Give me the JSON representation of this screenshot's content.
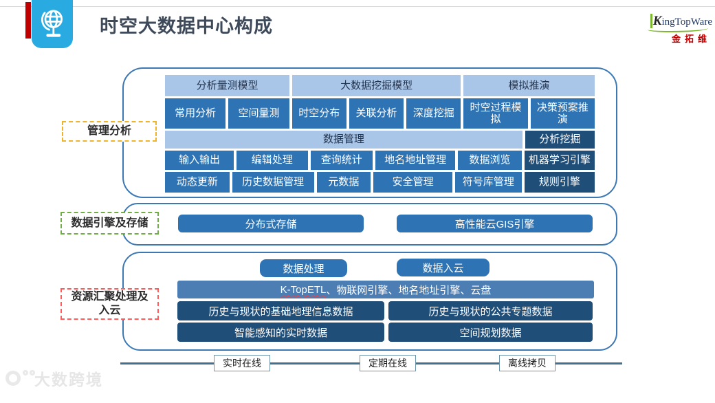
{
  "header": {
    "title": "时空大数据中心构成",
    "logo": {
      "k": "K",
      "en": "ingTopWare",
      "cn": "金拓维"
    }
  },
  "colors": {
    "icon_blue": "#29ABE2",
    "light_blue": "#A9C6E8",
    "mid_blue": "#2E74B5",
    "steel_blue": "#4C7DB3",
    "dark_blue": "#1F4E79",
    "label_gold": "#F0B429",
    "label_green": "#70AD47",
    "label_red": "#FF5B5B",
    "red_bar": "#C00000",
    "timeline": "#44708F"
  },
  "management": {
    "label": "管理分析",
    "header_row": [
      "分析量测模型",
      "大数据挖掘模型",
      "模拟推演"
    ],
    "row2": [
      "常用分析",
      "空间量测",
      "时空分布",
      "关联分析",
      "深度挖掘",
      "时空过程模拟",
      "决策预案推演"
    ],
    "row3_left": "数据管理",
    "row3_right": "分析挖掘",
    "row4": [
      "输入输出",
      "编辑处理",
      "查询统计",
      "地名地址管理",
      "数据浏览"
    ],
    "row4_right": "机器学习引擎",
    "row5": [
      "动态更新",
      "历史数据管理",
      "元数据",
      "安全管理",
      "符号库管理"
    ],
    "row5_right": "规则引擎"
  },
  "storage": {
    "label": "数据引擎及存储",
    "items": [
      "分布式存储",
      "高性能云GIS引擎"
    ]
  },
  "ingest": {
    "label_line1": "资源汇聚处理及",
    "label_line2": "入云",
    "top_items": [
      "数据处理",
      "数据入云"
    ],
    "wide_prefix": "K-TopETL",
    "wide_rest": "、物联网引擎、地名地址引擎、云盘",
    "boxes": [
      "历史与现状的基础地理信息数据",
      "历史与现状的公共专题数据",
      "智能感知的实时数据",
      "空间规划数据"
    ]
  },
  "timeline": {
    "items": [
      "实时在线",
      "定期在线",
      "离线拷贝"
    ]
  },
  "watermark": {
    "text": "大数跨境"
  }
}
